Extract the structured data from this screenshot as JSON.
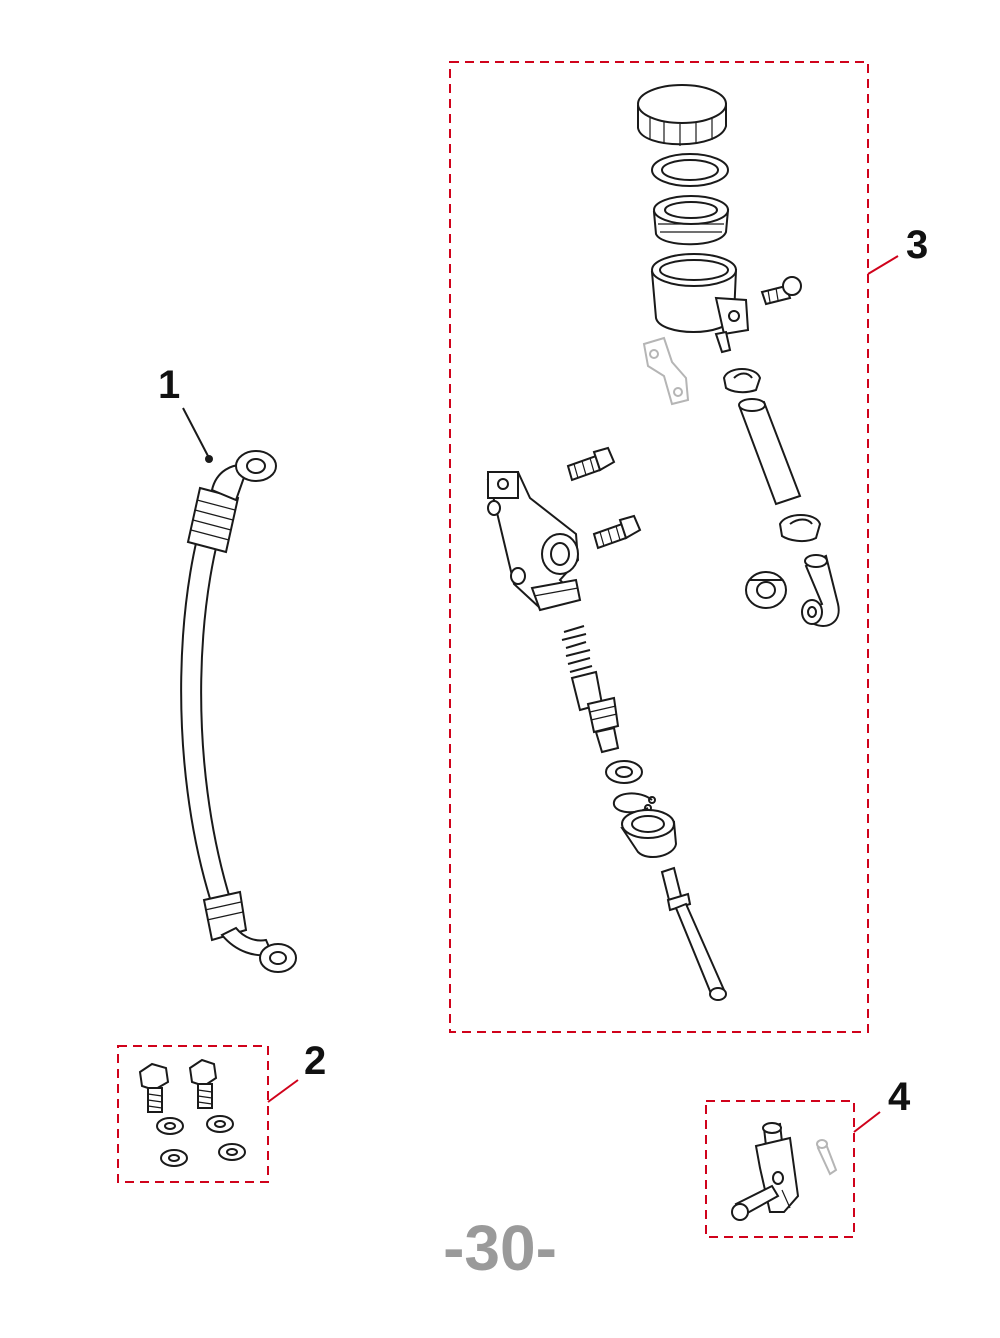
{
  "callouts": [
    {
      "id": "1",
      "label": "1"
    },
    {
      "id": "2",
      "label": "2"
    },
    {
      "id": "3",
      "label": "3"
    },
    {
      "id": "4",
      "label": "4"
    }
  ],
  "page_number": "-30-",
  "colors": {
    "group_box": "#d0021b",
    "line_art": "#1a1a1a",
    "page_number": "#9a9a9a"
  },
  "parts": [
    {
      "callout": "1",
      "icon": "brake-hose-icon"
    },
    {
      "callout": "2",
      "icon": "banjo-bolts-washers-icon"
    },
    {
      "callout": "3",
      "icon": "master-cylinder-assembly-icon"
    },
    {
      "callout": "4",
      "icon": "clevis-pin-icon"
    }
  ]
}
